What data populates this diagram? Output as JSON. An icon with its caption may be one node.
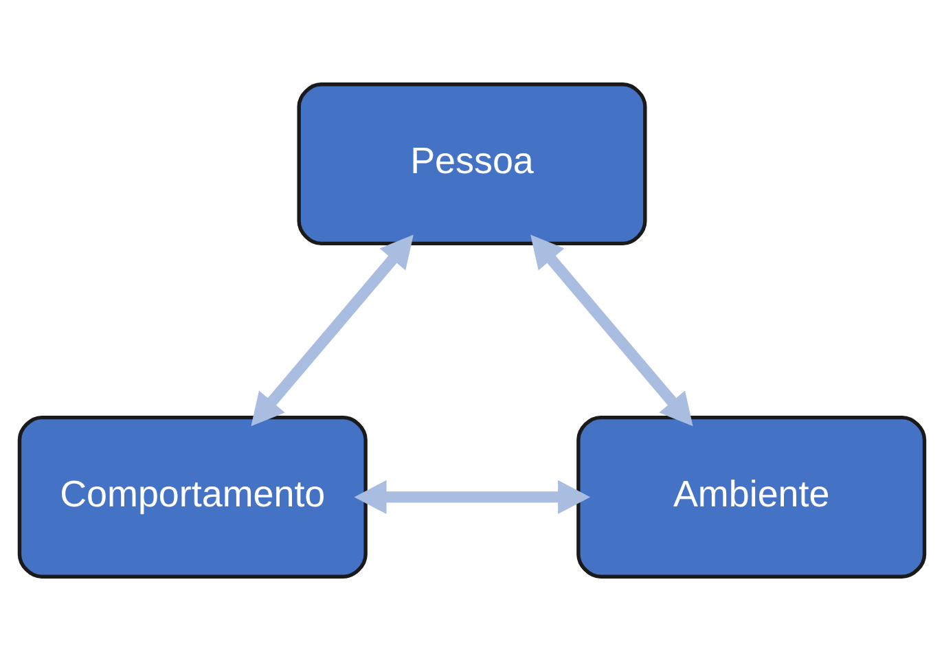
{
  "diagram": {
    "nodes": [
      {
        "text": [
          "Pessoa"
        ]
      },
      {
        "text": [
          "Comportamento"
        ]
      },
      {
        "text": [
          "Ambiente"
        ]
      }
    ],
    "edges": [
      {
        "from": 0,
        "to": 1,
        "arrow": "both"
      },
      {
        "from": 0,
        "to": 2,
        "arrow": "both"
      },
      {
        "from": 1,
        "to": 2,
        "arrow": "both"
      }
    ]
  }
}
